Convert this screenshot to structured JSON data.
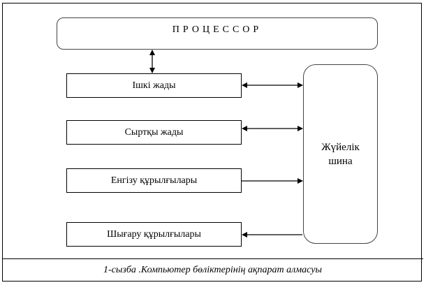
{
  "processor": {
    "label": "ПРОЦЕССОР"
  },
  "components": [
    {
      "label": "Ішкі жады",
      "connection": "bidirectional"
    },
    {
      "label": "Сыртқы жады",
      "connection": "bidirectional"
    },
    {
      "label": "Енгізу құрылғылары",
      "connection": "to-bus"
    },
    {
      "label": "Шығару құрылғылары",
      "connection": "from-bus"
    }
  ],
  "bus": {
    "line1": "Жүйелік",
    "line2": "шина"
  },
  "processor_link": "bidirectional",
  "caption": "1-сызба .Компьютер бөліктерінің  ақпарат алмасуы"
}
